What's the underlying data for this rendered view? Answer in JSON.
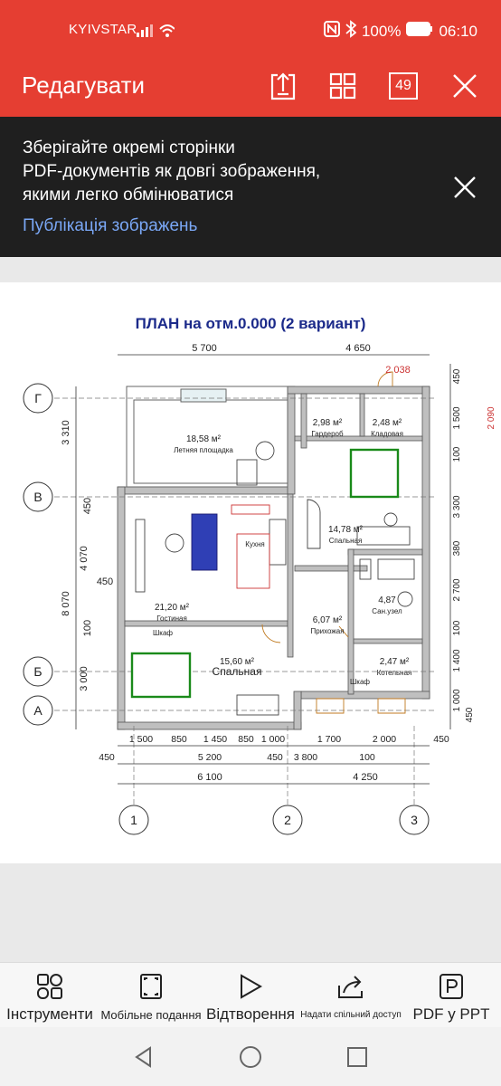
{
  "status": {
    "carrier": "KYIVSTAR",
    "battery": "100%",
    "time": "06:10"
  },
  "appbar": {
    "title": "Редагувати",
    "page_count": "49"
  },
  "banner": {
    "message": "Зберігайте окремі сторінки\nPDF-документів як довгі зображення,\nякими легко обмінюватися",
    "action": "Публікація зображень"
  },
  "plan": {
    "title": "ПЛАН на отм.0.000 (2 вариант)",
    "rooms": [
      {
        "area": "18,58 м²",
        "name": "Летняя площадка"
      },
      {
        "area": "2,98 м²",
        "name": "Гардероб"
      },
      {
        "area": "2,48 м²",
        "name": "Кладовая"
      },
      {
        "area": "14,78 м²",
        "name": "Спальная"
      },
      {
        "area": "21,20 м²",
        "name": "Гостиная"
      },
      {
        "area": "",
        "name": "Кухня"
      },
      {
        "area": "4,87",
        "name": "Сан.узел"
      },
      {
        "area": "6,07 м²",
        "name": "Прихожая"
      },
      {
        "area": "15,60 м²",
        "name": "Спальная"
      },
      {
        "area": "2,47 м²",
        "name": "Котельная"
      },
      {
        "area": "",
        "name": "Шкаф"
      },
      {
        "area": "",
        "name": "Шкаф"
      }
    ],
    "axes_letters": [
      "Г",
      "В",
      "Б",
      "А"
    ],
    "axes_numbers": [
      "1",
      "2",
      "3"
    ],
    "dims_top": [
      "5 700",
      "4 650",
      "2 038"
    ],
    "dims_left": [
      "3 310",
      "450",
      "4 070",
      "450",
      "8 070",
      "100",
      "3 000"
    ],
    "dims_right": [
      "450",
      "1 500",
      "100",
      "3 300",
      "380",
      "2 700",
      "100",
      "1 400",
      "1 000",
      "450",
      "2 090"
    ],
    "dims_bottom_row1": [
      "1 500",
      "850",
      "1 450",
      "850",
      "1 000",
      "1 700",
      "2 000",
      "450"
    ],
    "dims_bottom_row2": [
      "450",
      "5 200",
      "450",
      "3 800",
      "100"
    ],
    "dims_bottom_row3": [
      "6 100",
      "4 250"
    ]
  },
  "toolbar": {
    "items": [
      {
        "label": "Інструменти",
        "icon": "tools-icon"
      },
      {
        "label": "Мобільне подання",
        "icon": "mobile-view-icon"
      },
      {
        "label": "Відтворення",
        "icon": "play-icon"
      },
      {
        "label": "Надати спільний доступ",
        "icon": "share-icon"
      },
      {
        "label": "PDF у PPT",
        "icon": "pdf-to-ppt-icon"
      }
    ]
  },
  "colors": {
    "accent": "#e53e32",
    "banner_bg": "#1f1f1f",
    "link": "#7aa7f5",
    "plan_title": "#1b2a8a"
  }
}
